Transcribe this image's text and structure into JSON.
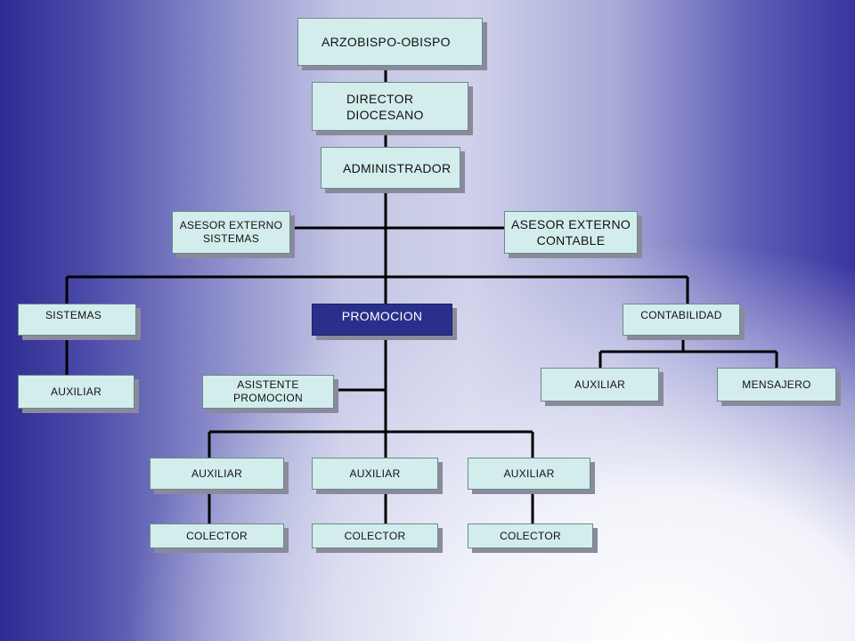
{
  "nodes": {
    "arzobispo": [
      "ARZOBISPO-OBISPO"
    ],
    "director": [
      "DIRECTOR",
      "DIOCESANO"
    ],
    "administrador": [
      "ADMINISTRADOR"
    ],
    "asesor_sistemas": [
      "ASESOR EXTERNO",
      "SISTEMAS"
    ],
    "asesor_contable": [
      "ASESOR EXTERNO",
      "CONTABLE"
    ],
    "sistemas": [
      "SISTEMAS"
    ],
    "promocion": [
      "PROMOCION"
    ],
    "contabilidad": [
      "CONTABILIDAD"
    ],
    "auxiliar_sistemas": [
      "AUXILIAR"
    ],
    "asistente_promocion": [
      "ASISTENTE",
      "PROMOCION"
    ],
    "auxiliar_contabilidad": [
      "AUXILIAR"
    ],
    "mensajero": [
      "MENSAJERO"
    ],
    "auxiliar_promo_1": [
      "AUXILIAR"
    ],
    "auxiliar_promo_2": [
      "AUXILIAR"
    ],
    "auxiliar_promo_3": [
      "AUXILIAR"
    ],
    "colector_1": [
      "COLECTOR"
    ],
    "colector_2": [
      "COLECTOR"
    ],
    "colector_3": [
      "COLECTOR"
    ]
  },
  "colors": {
    "box_fill": "#d3ecec",
    "highlight_fill": "#2b2f8c",
    "connector": "#000000"
  }
}
